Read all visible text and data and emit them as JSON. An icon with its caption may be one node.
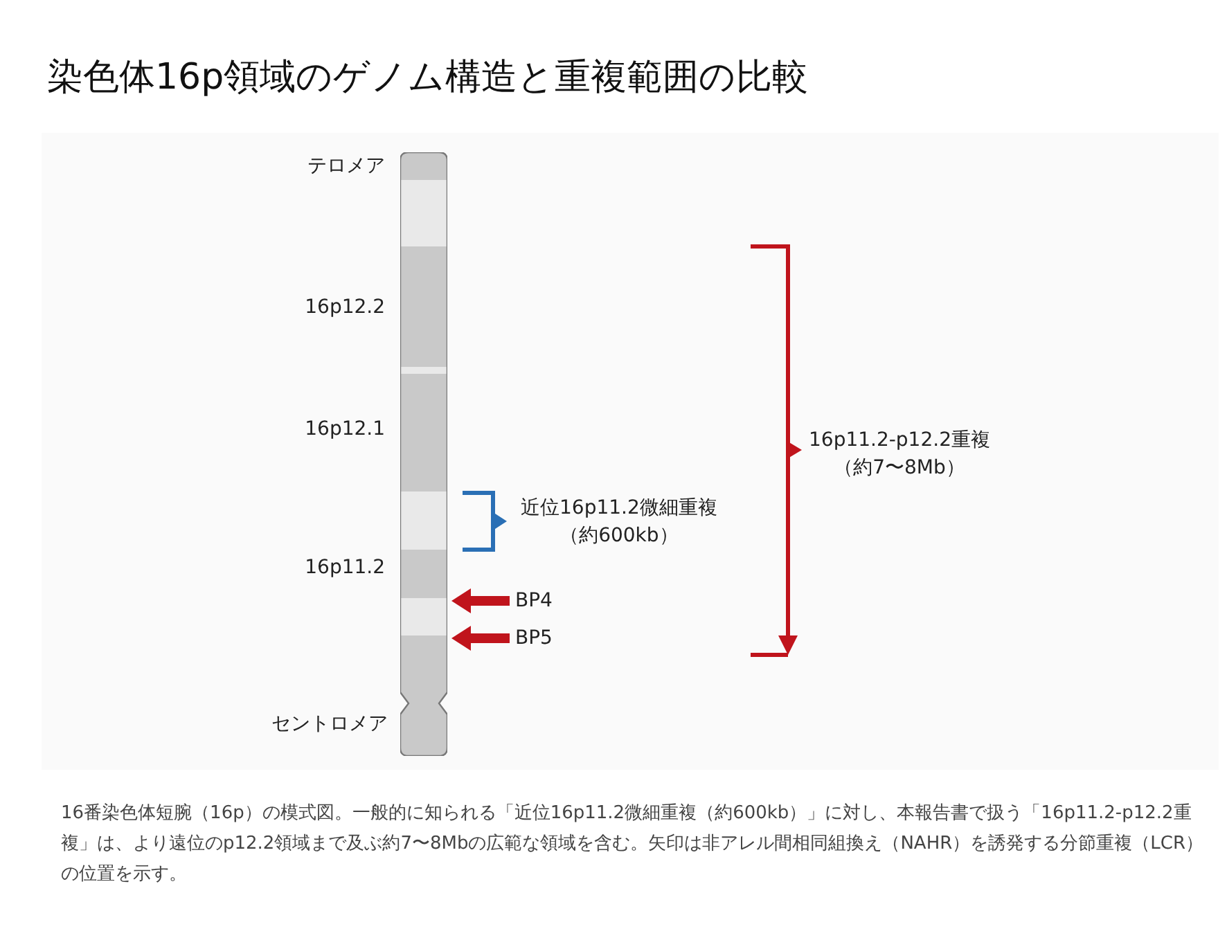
{
  "diagram": {
    "title": "染色体16p領域のゲノム構造と重複範囲の比較",
    "caption": "16番染色体短腕（16p）の模式図。一般的に知られる「近位16p11.2微細重複（約600kb）」に対し、本報告書で扱う「16p11.2-p12.2重複」は、より遠位のp12.2領域まで及ぶ約7〜8Mbの広範な領域を含む。矢印は非アレル間相同組換え（NAHR）を誘発する分節重複（LCR）の位置を示す。",
    "nodes": [
      {
        "text": [],
        "shape": "bar",
        "beside": [
          "テロメア",
          "16p12.2",
          "16p12.1",
          "16p11.2",
          "セントロメア"
        ]
      },
      {
        "text": [
          "近位16p11.2微細重複（約600kb）"
        ]
      },
      {
        "text": [
          "BP4"
        ]
      },
      {
        "text": [
          "BP5"
        ]
      },
      {
        "text": [
          "16p11.2-p12.2重複（約7〜8Mb）"
        ]
      }
    ],
    "edges": [
      {
        "from": 2,
        "to": 0,
        "arrow": "to"
      },
      {
        "from": 3,
        "to": 0,
        "arrow": "to"
      }
    ]
  }
}
